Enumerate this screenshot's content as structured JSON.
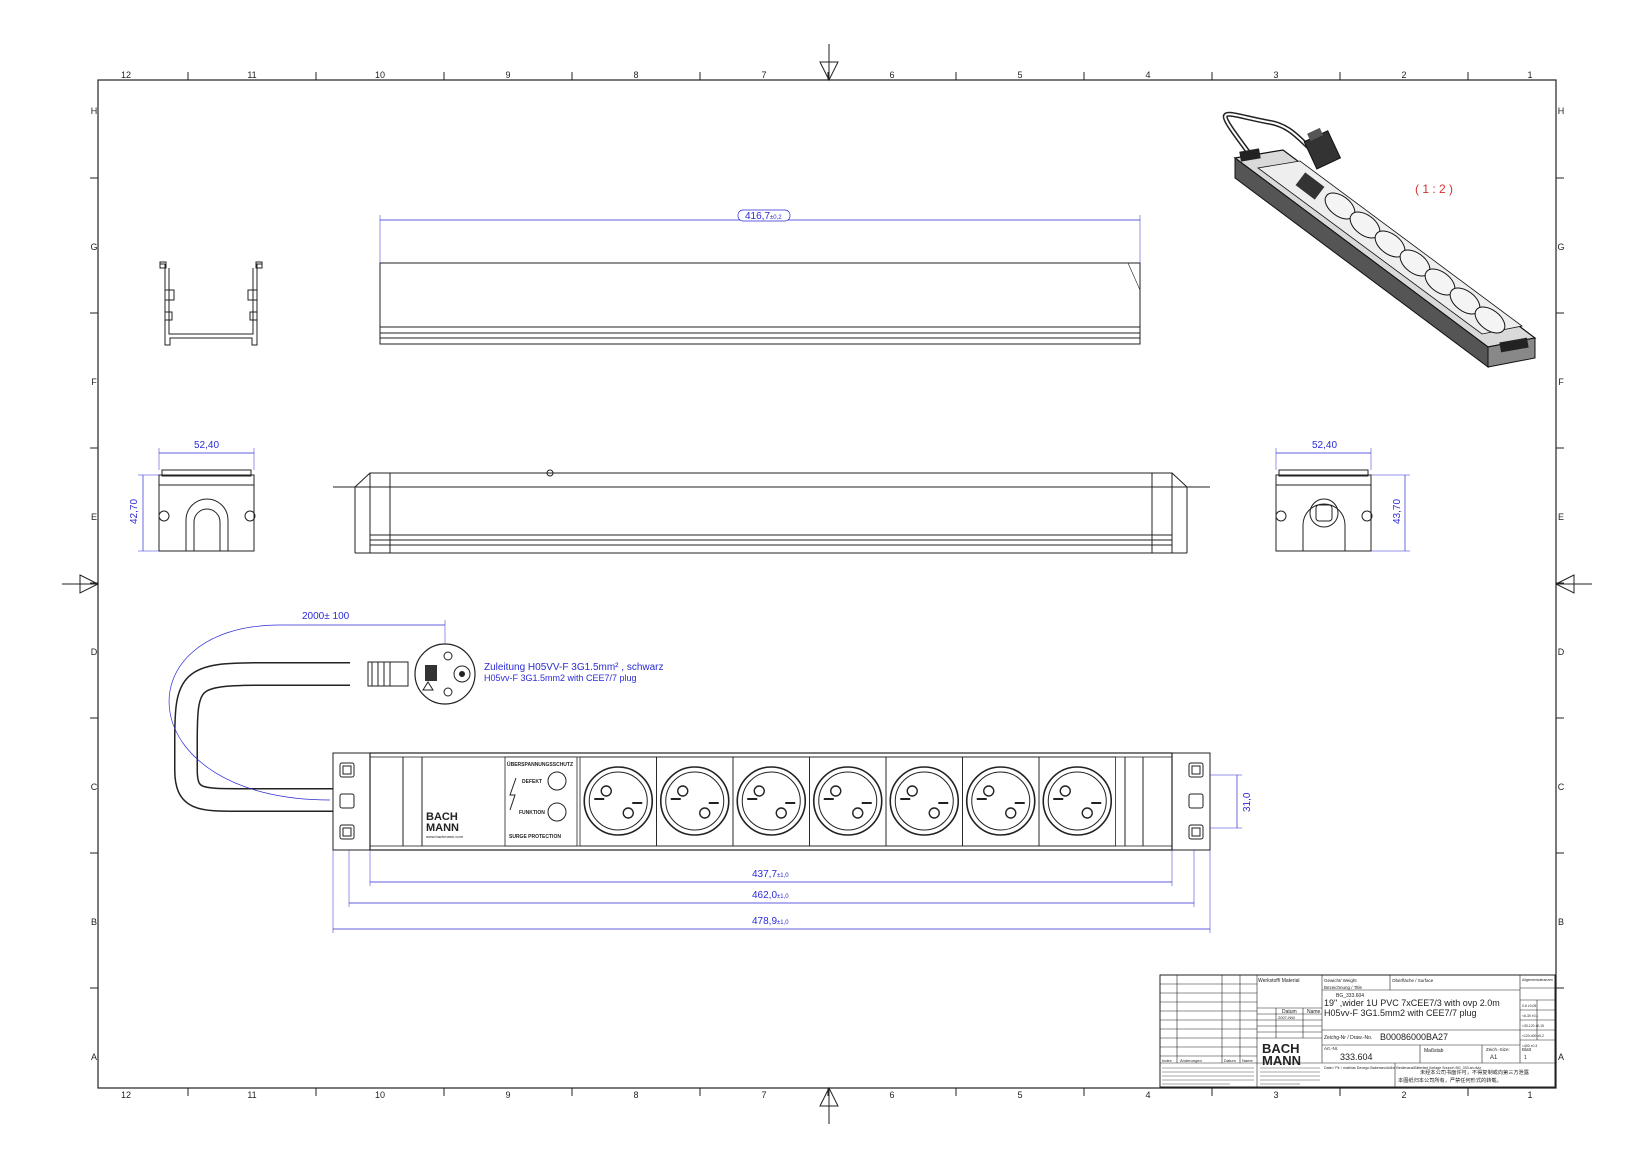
{
  "sheet": {
    "columns": [
      "12",
      "11",
      "10",
      "9",
      "8",
      "7",
      "6",
      "5",
      "4",
      "3",
      "2",
      "1"
    ],
    "rows": [
      "H",
      "G",
      "F",
      "E",
      "D",
      "C",
      "B",
      "A"
    ]
  },
  "dimensions": {
    "top_length": {
      "value": "416,7",
      "tol": "±0,2"
    },
    "left_width": "52,40",
    "left_height": "42,70",
    "right_width": "52,40",
    "right_height": "43,70",
    "cable_length": "2000± 100",
    "socket_height": "31,0",
    "inner_length": {
      "value": "437,7",
      "tol": "±1,0"
    },
    "mid_length": {
      "value": "462,0",
      "tol": "±1,0"
    },
    "total_length": {
      "value": "478,9",
      "tol": "±1,0"
    }
  },
  "cable_note": {
    "line1": "Zuleitung H05VV-F 3G1.5mm² , schwarz",
    "line2": "H05vv-F 3G1.5mm2 with CEE7/7 plug"
  },
  "scale_label": "( 1 : 2 )",
  "panel_labels": {
    "header": "ÜBERSPANNUNGSSCHUTZ",
    "defekt": "DEFEKT",
    "funktion": "FUNKTION",
    "footer": "SURGE PROTECTION",
    "brand1": "BACH",
    "brand2": "MANN",
    "brand_url": "www.bachmann.com"
  },
  "socket_count": 7,
  "title_block": {
    "material_label": "Werkstoff/ Material",
    "weight_label": "Gewicht/ Weight",
    "surface_label": "Oberfläche / Surface",
    "designation_label": "Bezeichnung / Title",
    "designation_code": "BG_333.604",
    "title_line1": "19\" ,wider 1U PVC 7xCEE7/3 with ovp 2.0m",
    "title_line2": "H05vv-F 3G1.5mm2 with CEE7/7 plug",
    "date_label": "Datum",
    "name_label": "Name",
    "date_value": "2007-NW",
    "drawing_no_label": "Zeichg-Nr / Draw.-No.",
    "drawing_no": "B00086000BA27",
    "art_label": "Art.-Nr.",
    "art_no": "333.604",
    "scale_label": "Maßstab",
    "size_label": "Zeich.-Size:",
    "size_value": "A1",
    "sheet_label": "Blatt",
    "sheet_value": "1",
    "brand1": "BACH",
    "brand2": "MANN",
    "rev_col1": "Index",
    "rev_col2": "Änderungen",
    "rev_col3": "Datum",
    "rev_col4": "Name",
    "chinese_note1": "未经本公司书面许可，不得复制或向第三方泄露",
    "chinese_note2": "本图纸归本公司所有，严禁任何形式的转载。",
    "path_text": "Datei / Fil: / mathias Deoego Baberaeu\\Adhe Bedienaus\\Bitterfart Vorlage Source\\ BG_333.ah.dvlz",
    "tolerance_header": "Allgemeintoleranzen",
    "tol_rows": [
      "0-6 ±0,05",
      "<6-30 ±0,1",
      "<30-120 ±0,15",
      "<120-400 ±0,2",
      "<400 ±0,3"
    ]
  }
}
